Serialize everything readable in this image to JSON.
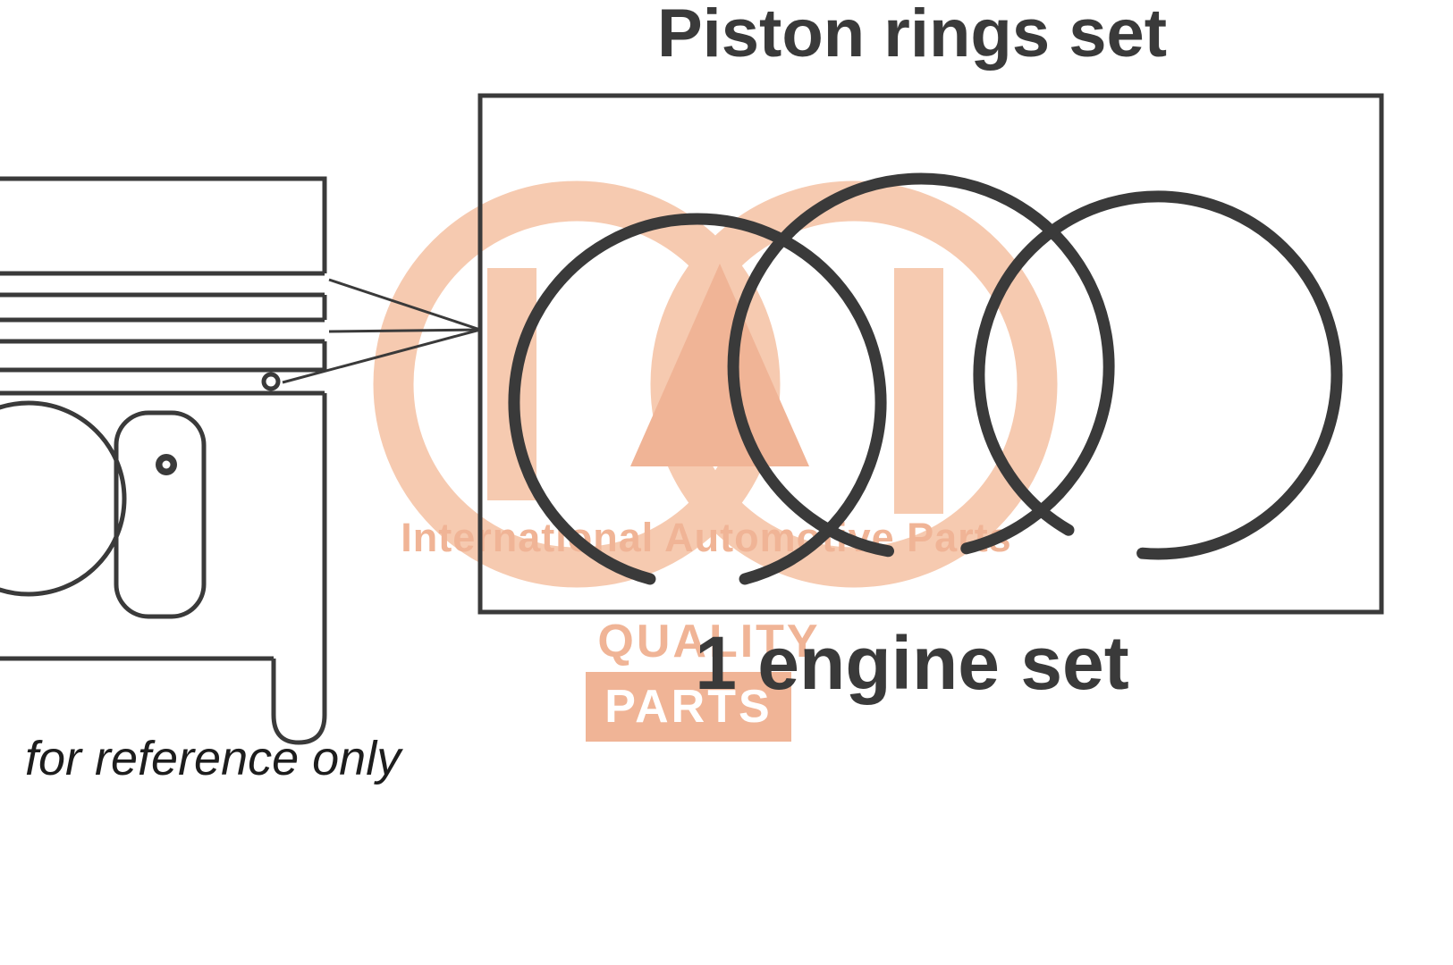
{
  "title": "Piston rings set",
  "caption": "1 engine set",
  "note": "for reference only",
  "watermark": {
    "brand_line": "International Automotive Parts",
    "quality": "QUALITY",
    "parts": "PARTS",
    "color_light": "#f6cab0",
    "color_strong": "#f0b496"
  },
  "colors": {
    "line_art": "#3a3a3a",
    "background": "#ffffff"
  },
  "diagram": {
    "rings_in_set": 3,
    "box": "piston rings set box",
    "piston": "piston cross-section, reference only"
  }
}
